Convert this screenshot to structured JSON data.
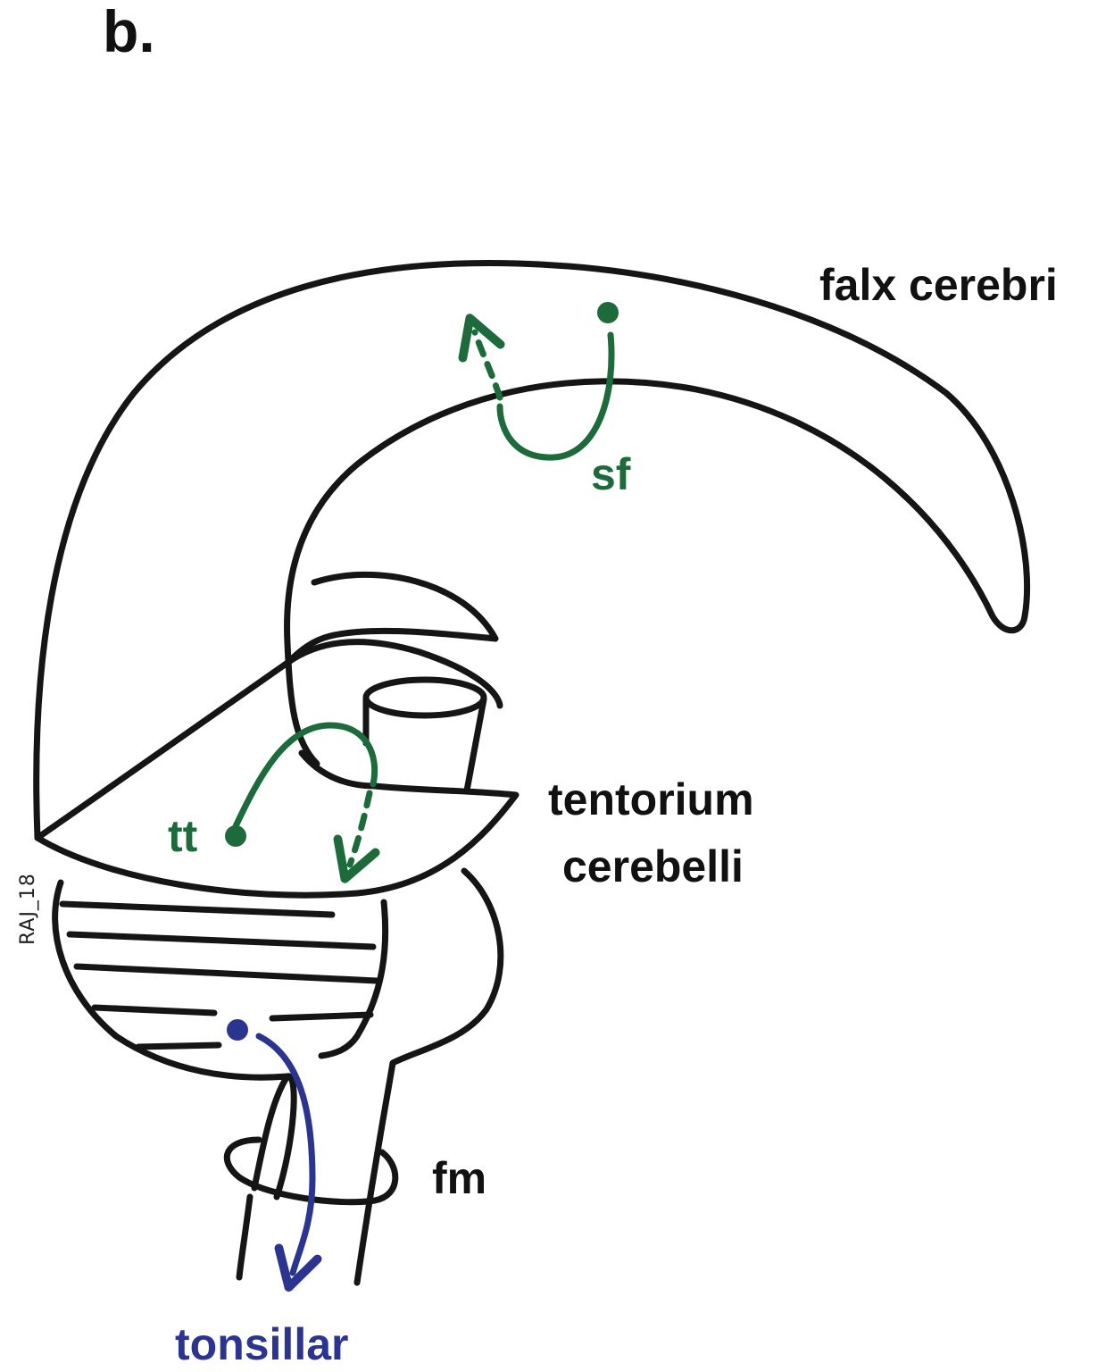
{
  "panel_label": "b.",
  "labels": {
    "falx": "falx cerebri",
    "sf": "sf",
    "tentorium_line1": "tentorium",
    "tentorium_line2": "cerebelli",
    "tt": "tt",
    "fm": "fm",
    "tonsillar": "tonsillar",
    "signature": "RAJ_18"
  },
  "colors": {
    "outline": "#151515",
    "green": "#1d6b3a",
    "blue": "#2b3590"
  }
}
